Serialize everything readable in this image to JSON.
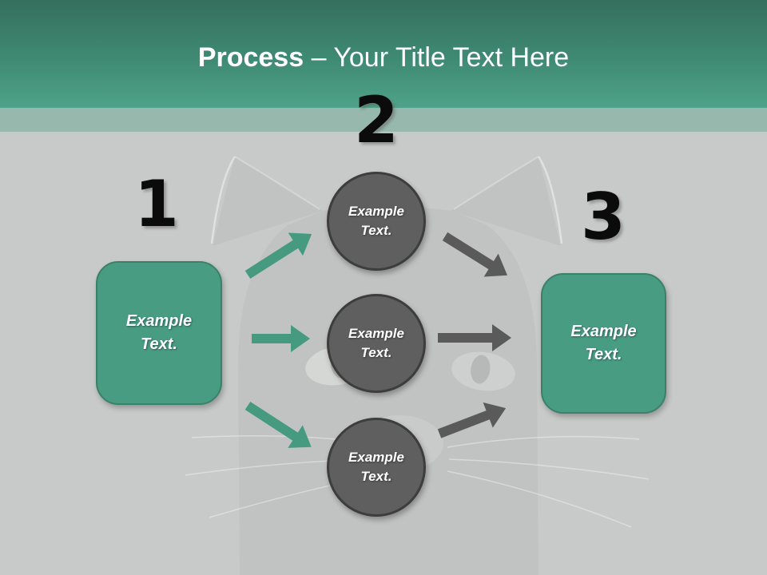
{
  "slide": {
    "title": {
      "bold": "Process",
      "rest": "– Your Title Text Here"
    },
    "numbers": {
      "one": "1",
      "two": "2",
      "three": "3"
    },
    "left_box": {
      "label": "Example Text."
    },
    "right_box": {
      "label": "Example Text."
    },
    "circles": [
      {
        "label": "Example Text."
      },
      {
        "label": "Example Text."
      },
      {
        "label": "Example Text."
      }
    ],
    "colors": {
      "header_gradient_top": "#356f5d",
      "header_gradient_bottom": "#4fa289",
      "accent_band": "#97b8ac",
      "slide_background": "#c7cac8",
      "teal_shape_fill": "#489c82",
      "teal_shape_border": "#3a806a",
      "circle_fill": "#5f5f5f",
      "circle_border": "#3d3d3d",
      "green_arrow": "#459a80",
      "gray_arrow": "#5a5a5a",
      "title_text": "#ffffff",
      "number_text": "#0b0b0b"
    }
  }
}
